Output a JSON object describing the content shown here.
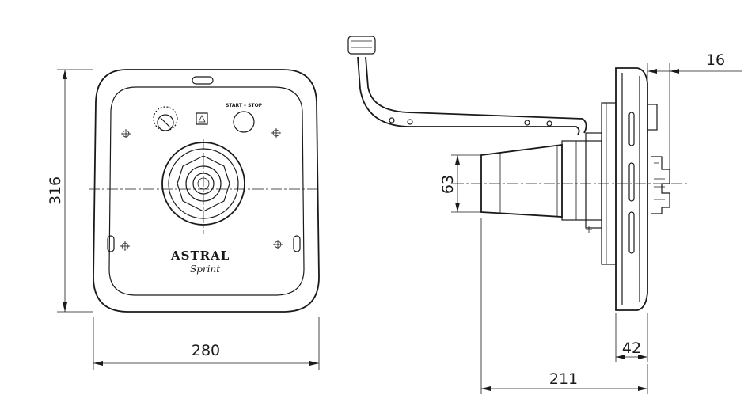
{
  "dimensions": {
    "front_width": "280",
    "front_height": "316",
    "side_depth": "211",
    "flange_depth": "42",
    "nozzle_diameter": "63",
    "rear_offset": "16"
  },
  "front_panel": {
    "switch_label": "START – STOP",
    "brand_main": "ASTRAL",
    "brand_script": "Sprint"
  }
}
